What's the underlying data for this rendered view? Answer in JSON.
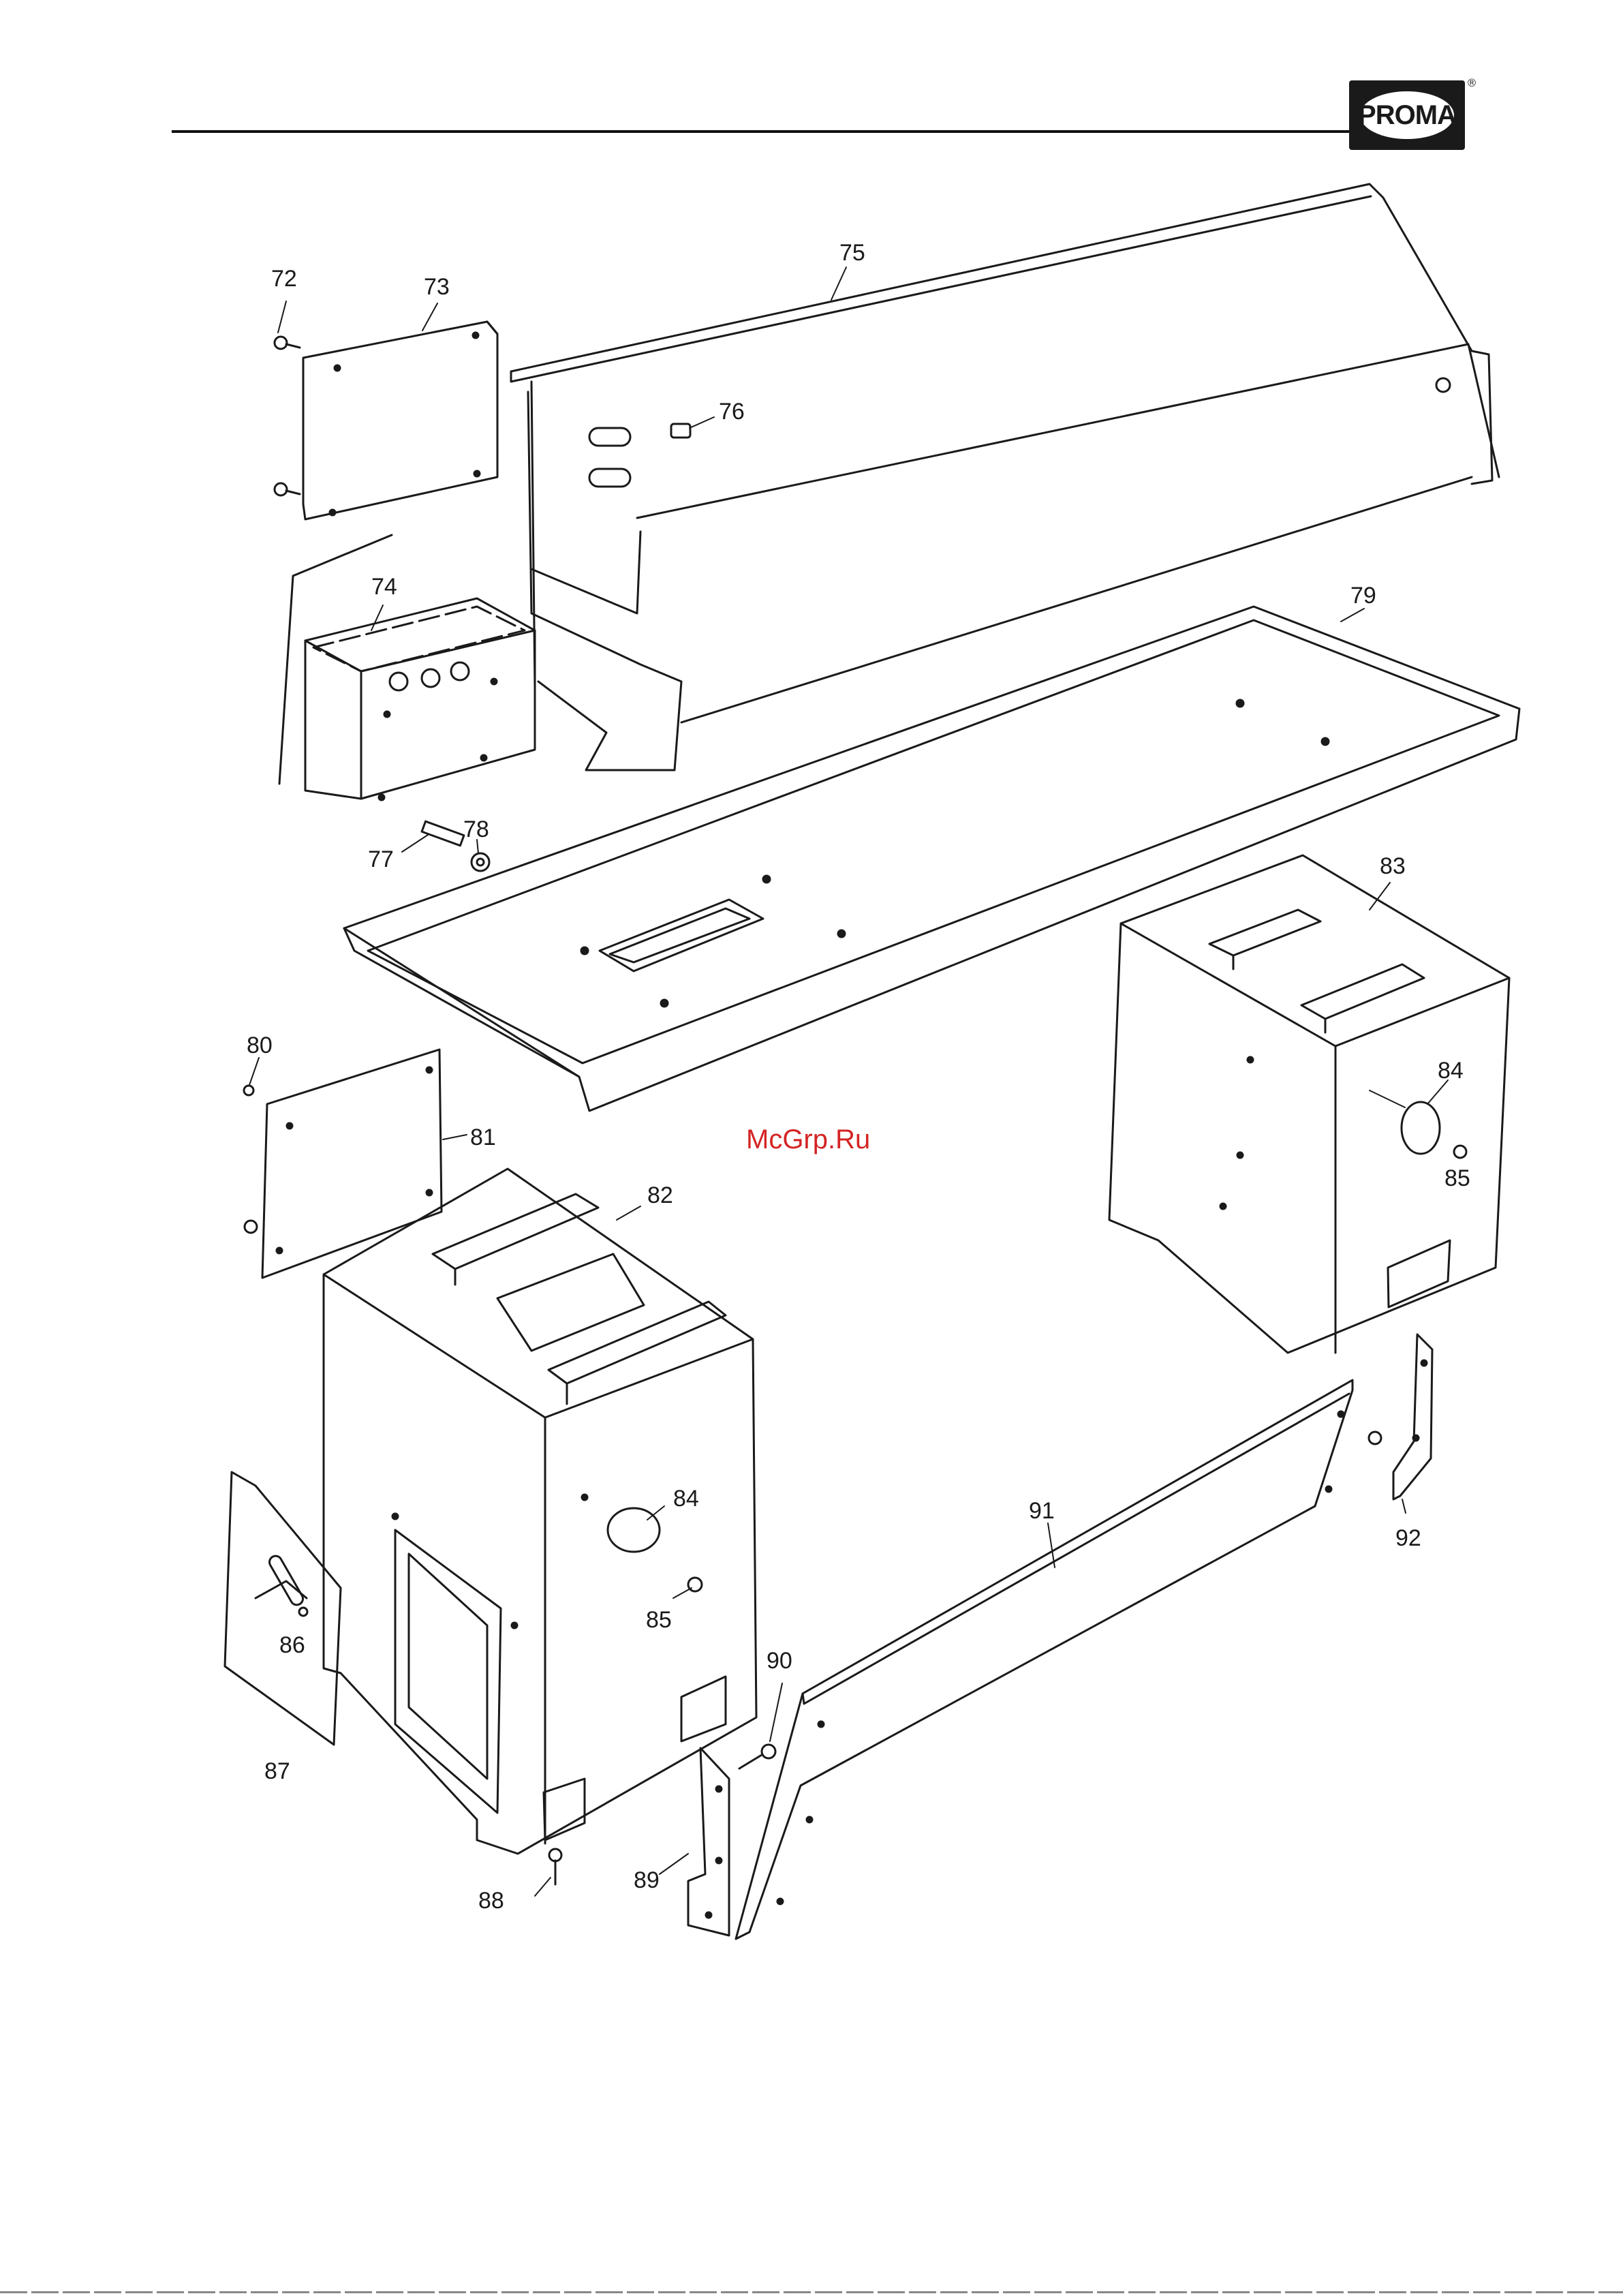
{
  "header": {
    "logo_text": "PROMA",
    "registered_mark": "®"
  },
  "watermark": "McGrp.Ru",
  "callouts": [
    {
      "id": "c72",
      "label": "72"
    },
    {
      "id": "c73",
      "label": "73"
    },
    {
      "id": "c74",
      "label": "74"
    },
    {
      "id": "c75",
      "label": "75"
    },
    {
      "id": "c76",
      "label": "76"
    },
    {
      "id": "c77",
      "label": "77"
    },
    {
      "id": "c78",
      "label": "78"
    },
    {
      "id": "c79",
      "label": "79"
    },
    {
      "id": "c80",
      "label": "80"
    },
    {
      "id": "c81",
      "label": "81"
    },
    {
      "id": "c82",
      "label": "82"
    },
    {
      "id": "c83",
      "label": "83"
    },
    {
      "id": "c84a",
      "label": "84"
    },
    {
      "id": "c85a",
      "label": "85"
    },
    {
      "id": "c84b",
      "label": "84"
    },
    {
      "id": "c85b",
      "label": "85"
    },
    {
      "id": "c86",
      "label": "86"
    },
    {
      "id": "c87",
      "label": "87"
    },
    {
      "id": "c88",
      "label": "88"
    },
    {
      "id": "c89",
      "label": "89"
    },
    {
      "id": "c90",
      "label": "90"
    },
    {
      "id": "c91",
      "label": "91"
    },
    {
      "id": "c92",
      "label": "92"
    }
  ]
}
